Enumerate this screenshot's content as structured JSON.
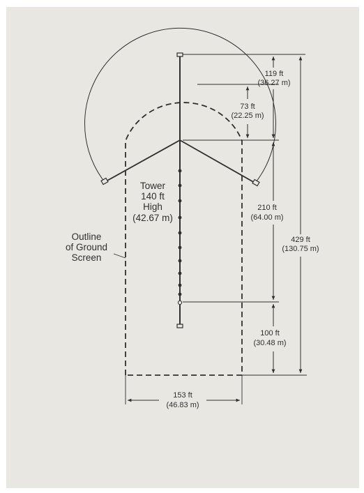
{
  "labels": {
    "tower": [
      "Tower",
      "140 ft",
      "High",
      "(42.67 m)"
    ],
    "outline": [
      "Outline",
      "of Ground",
      "Screen"
    ]
  },
  "dimensions": {
    "d119": [
      "119 ft",
      "(36.27 m)"
    ],
    "d73": [
      "73 ft",
      "(22.25 m)"
    ],
    "d210": [
      "210 ft",
      "(64.00 m)"
    ],
    "d429": [
      "429 ft",
      "(130.75 m)"
    ],
    "d100": [
      "100 ft",
      "(30.48 m)"
    ],
    "d153": [
      "153 ft",
      "(46.83 m)"
    ]
  },
  "colors": {
    "paper": "#e8e7e2",
    "ink": "#2f2f2f"
  }
}
